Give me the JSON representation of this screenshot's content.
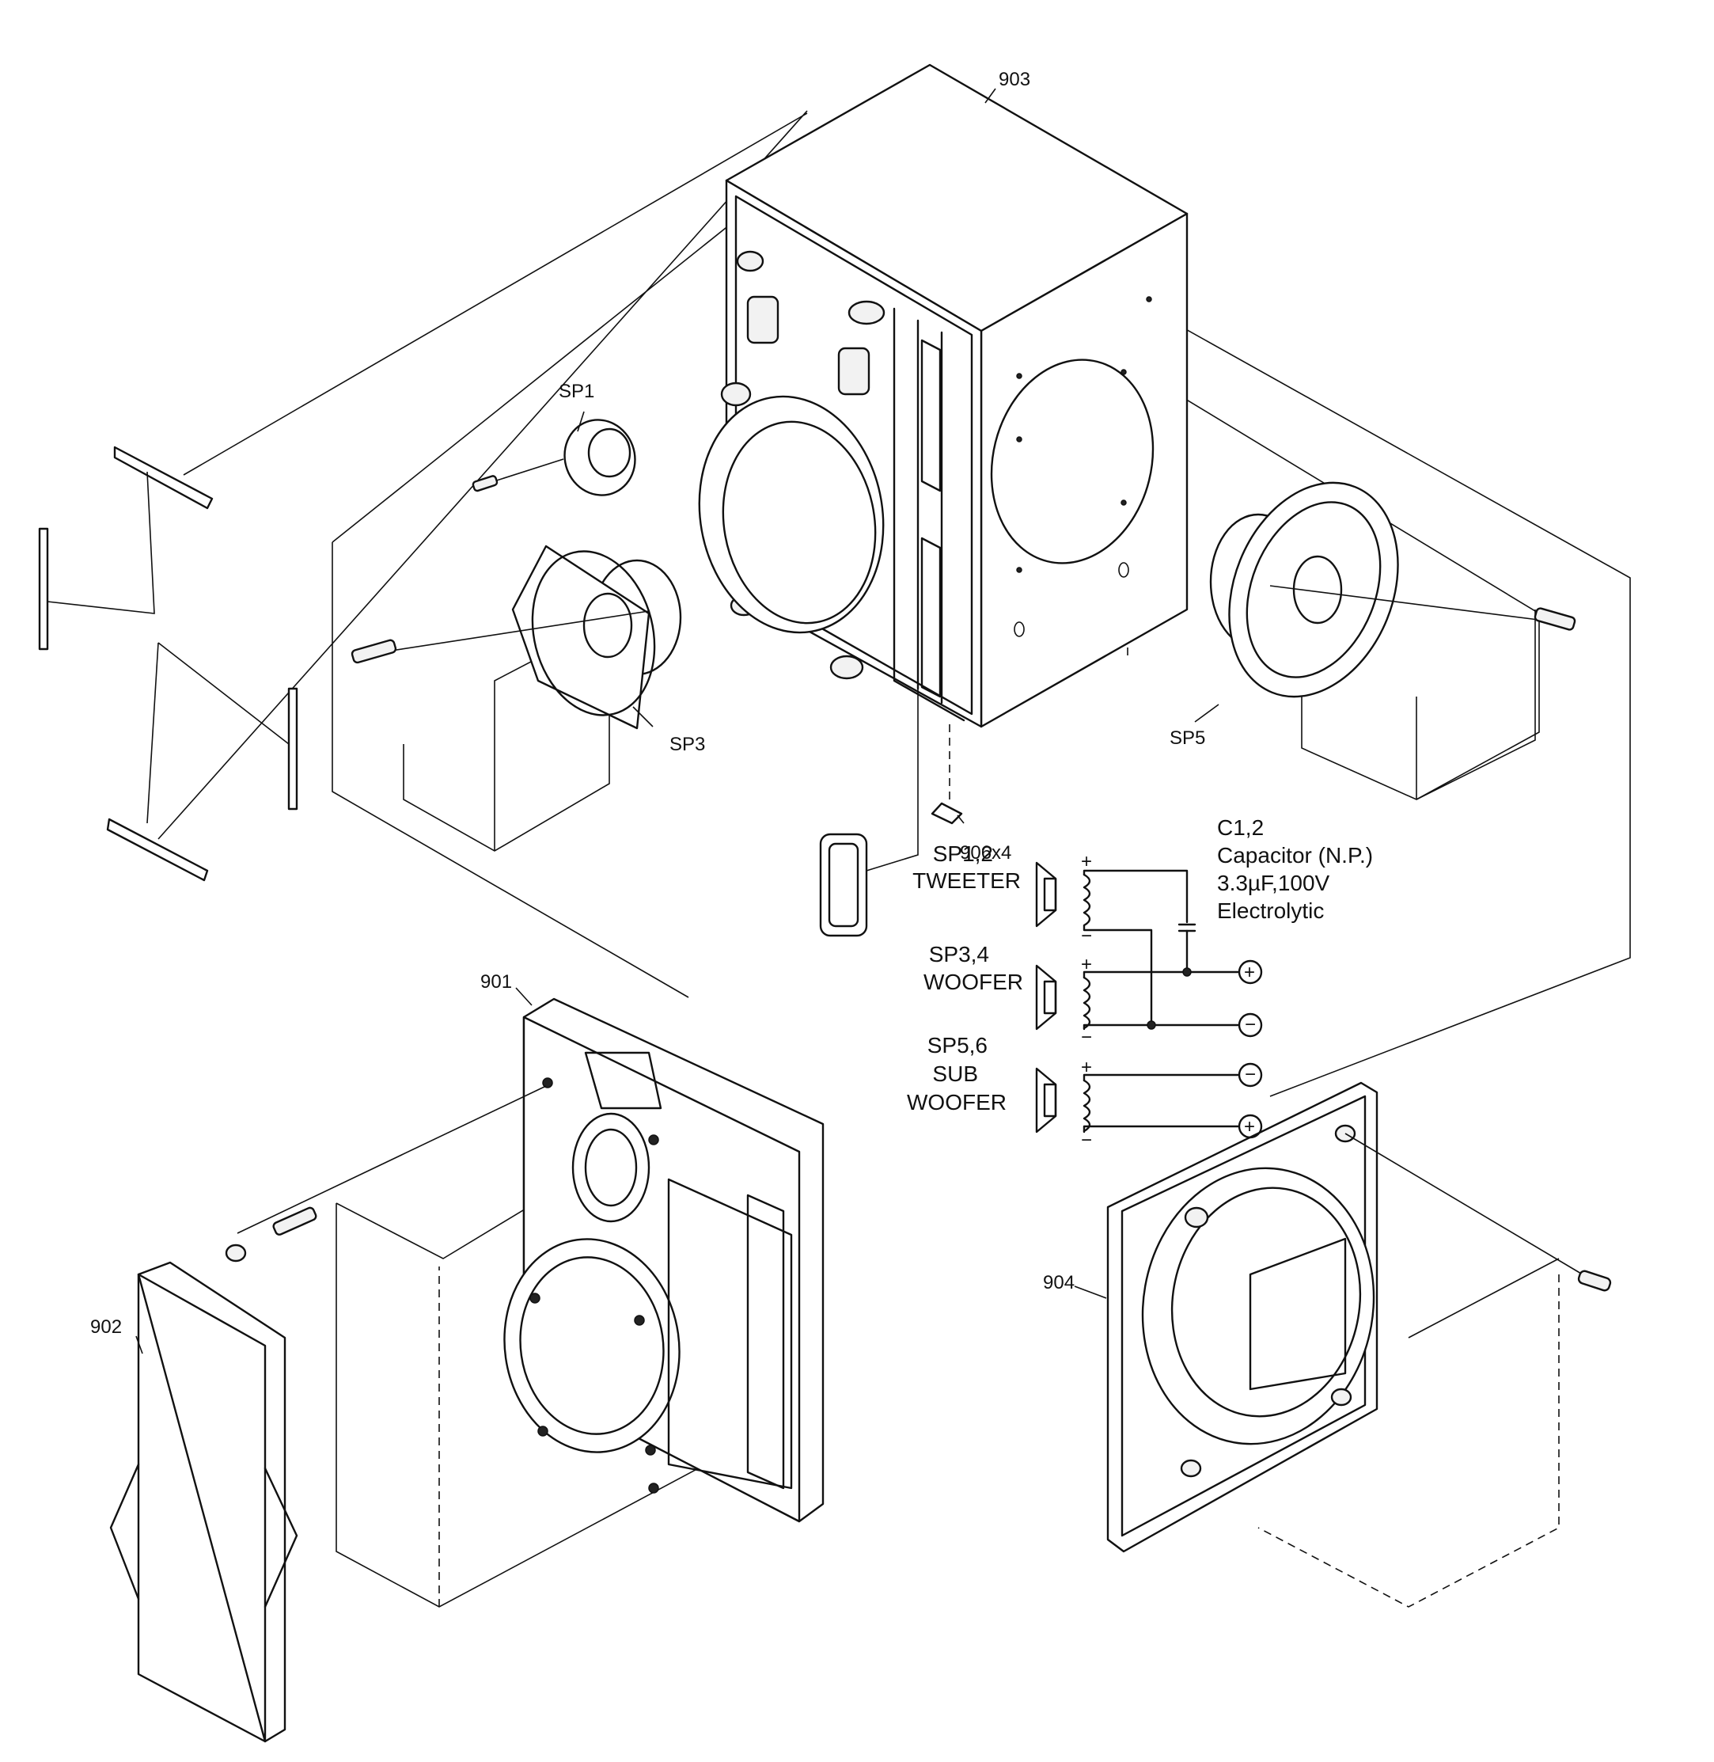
{
  "labels": {
    "p903": "903",
    "p901": "901",
    "p902": "902",
    "p904": "904",
    "p906": "906x4",
    "sp1": "SP1",
    "sp3": "SP3",
    "sp5": "SP5"
  },
  "schematic": {
    "tweeter_a": "SP1,2",
    "tweeter_b": "TWEETER",
    "woofer_a": "SP3,4",
    "woofer_b": "WOOFER",
    "sub_a": "SP5,6",
    "sub_b": "SUB",
    "sub_c": "WOOFER",
    "cap_1": "C1,2",
    "cap_2": "Capacitor (N.P.)",
    "cap_3": "3.3µF,100V",
    "cap_4": "Electrolytic",
    "plus": "+",
    "minus": "−"
  }
}
